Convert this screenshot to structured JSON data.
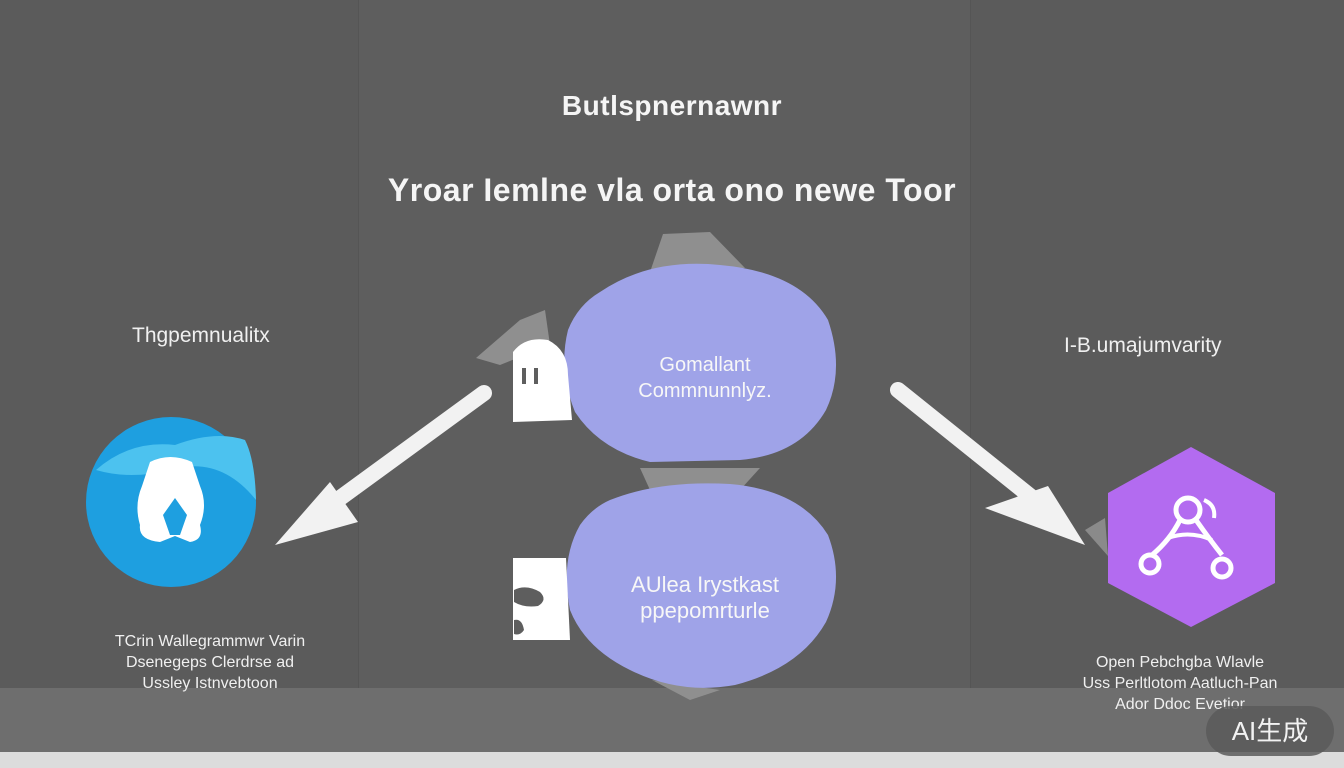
{
  "diagram": {
    "title": "Butlspnernawnr",
    "subtitle": "Yroar Iemlne vla orta ono newe Toor",
    "left": {
      "label": "Thgpemnualitx",
      "caption": [
        "TCrin Wallegrammwr Varin",
        "Dsenegeps Clerdrse ad",
        "Ussley Istnvebtoon"
      ],
      "icon": "person-icon",
      "color": "#1e9fe0"
    },
    "center_top": {
      "lines": [
        "Gomallant",
        "Commnunnlyz."
      ],
      "icon": "chat-bubble-icon",
      "color": "#9fa3e8"
    },
    "center_bottom": {
      "lines": [
        "AUlea Irystkast",
        "ppepomrturle"
      ],
      "icon": "chat-bubble-icon",
      "color": "#9fa3e8"
    },
    "right": {
      "label": "I-B.umajumvarity",
      "caption": [
        "Open Pebchgba Wlavle",
        "Uss Perltlotom Aatluch-Pan",
        "Ador Ddoc Evetior"
      ],
      "icon": "network-icon",
      "color": "#b36bf0"
    }
  },
  "badge": "AI生成"
}
